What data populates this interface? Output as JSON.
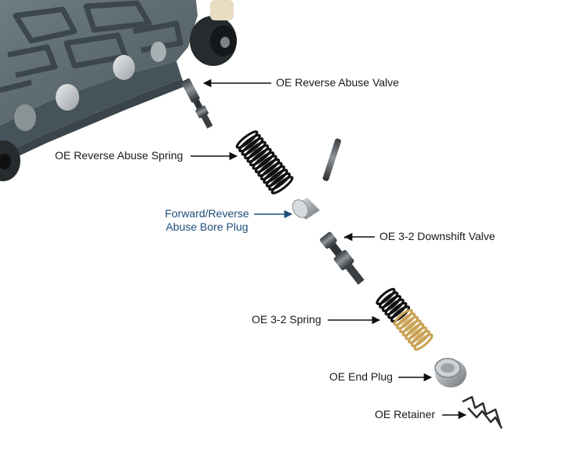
{
  "labels": {
    "reverse_abuse_valve": "OE Reverse Abuse Valve",
    "reverse_abuse_spring": "OE Reverse Abuse Spring",
    "fwd_rev_bore_plug_line1": "Forward/Reverse",
    "fwd_rev_bore_plug_line2": "Abuse Bore Plug",
    "downshift_valve": "OE 3-2 Downshift Valve",
    "spring_3_2": "OE 3-2 Spring",
    "end_plug": "OE End Plug",
    "retainer": "OE Retainer"
  },
  "colors": {
    "text": "#1a1a1a",
    "highlight_text": "#1f4e79",
    "valve_body": "#5f6d74",
    "spring_gold": "#c9a255"
  }
}
